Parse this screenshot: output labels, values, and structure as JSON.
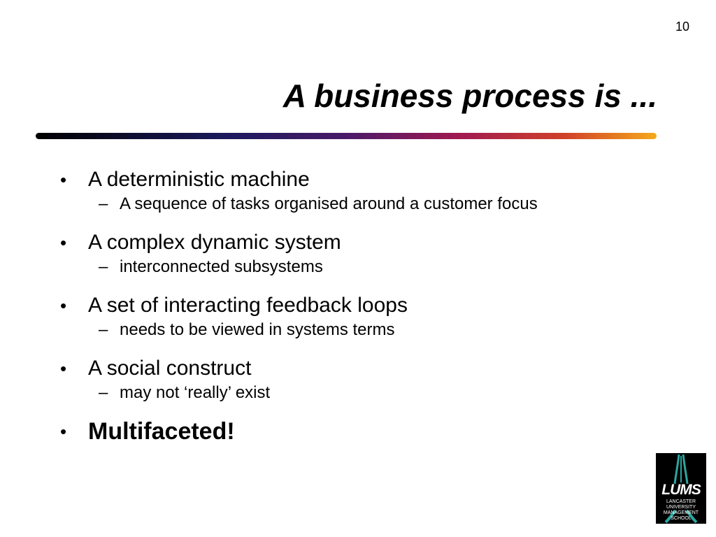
{
  "slide": {
    "number": "10",
    "title": "A business process is ..."
  },
  "rule_colors": {
    "start": "#000000",
    "navy": "#1a1a5c",
    "purple": "#4a1a6a",
    "magenta": "#a01a50",
    "red": "#d0402a",
    "end": "#f5a81a"
  },
  "bullets": [
    {
      "text": "A deterministic machine",
      "sub": "A sequence of tasks organised around a customer focus"
    },
    {
      "text": "A complex dynamic system",
      "sub": "interconnected subsystems"
    },
    {
      "text": "A set of interacting feedback loops",
      "sub": "needs to be viewed in systems terms"
    },
    {
      "text": "A social construct",
      "sub": "may not ‘really’ exist"
    },
    {
      "text": "Multifaceted!"
    }
  ],
  "markers": {
    "bullet": "•",
    "dash": "–"
  },
  "logo": {
    "name": "LUMS",
    "subtitle_line1": "LANCASTER UNIVERSITY",
    "subtitle_line2": "MANAGEMENT SCHOOL",
    "accent_color": "#2aa6a0"
  }
}
